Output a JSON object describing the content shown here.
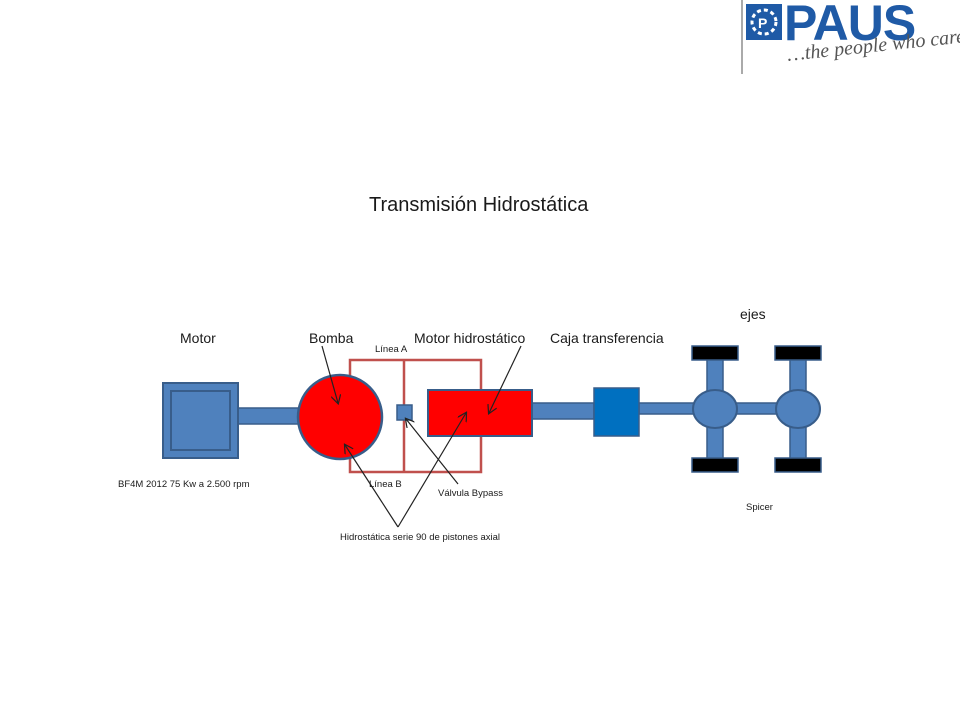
{
  "slide": {
    "title": "Transmisión Hidrostática"
  },
  "logo": {
    "brand": "PAUS",
    "tagline": "…the people who care"
  },
  "colors": {
    "component_blue": "#4f81bd",
    "component_blue_dark": "#385d8a",
    "transfer_blue": "#0070c0",
    "hydraulic_red": "#ff0000",
    "line_red": "#c0504d",
    "logo_blue": "#1f5aa6"
  },
  "labels": {
    "motor": "Motor",
    "bomba": "Bomba",
    "motor_hidrostatico": "Motor hidrostático",
    "caja_transferencia": "Caja transferencia",
    "ejes": "ejes",
    "linea_a": "Línea A",
    "linea_b": "Línea B",
    "valvula_bypass": "Válvula Bypass",
    "engine_spec": "BF4M 2012 75 Kw a 2.500 rpm",
    "hidrostatica": "Hidrostática serie 90 de pistones axial",
    "spicer": "Spicer"
  }
}
